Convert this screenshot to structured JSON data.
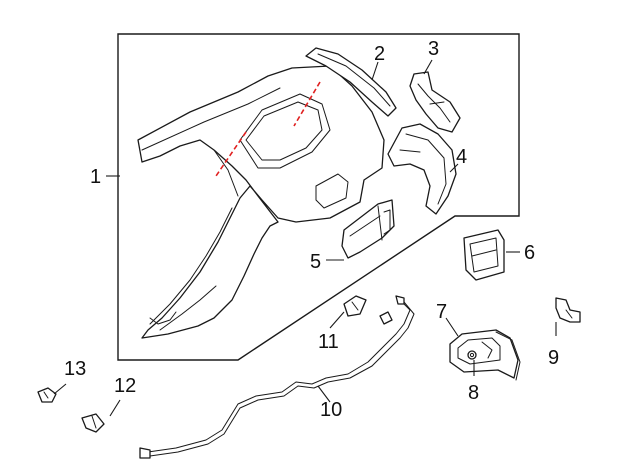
{
  "callouts": {
    "c1": "1",
    "c2": "2",
    "c3": "3",
    "c4": "4",
    "c5": "5",
    "c6": "6",
    "c7": "7",
    "c8": "8",
    "c9": "9",
    "c10": "10",
    "c11": "11",
    "c12": "12",
    "c13": "13"
  },
  "colors": {
    "line": "#1a1a1a",
    "cut_line": "#e02020",
    "background": "#ffffff"
  }
}
